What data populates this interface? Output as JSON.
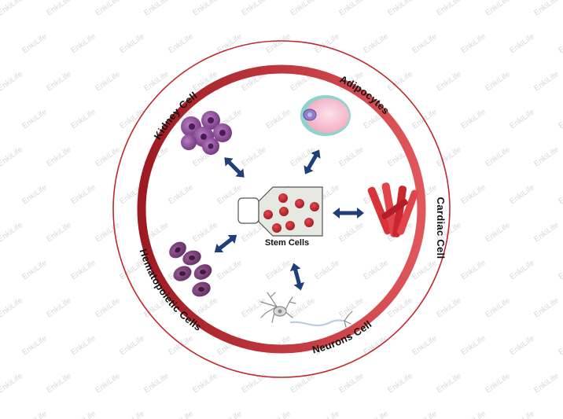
{
  "watermark": "EnkiLife",
  "colors": {
    "ring_outer": "#c0282e",
    "ring_inner_light": "#e0565b",
    "ring_inner_dark": "#9e1a22",
    "arrow": "#1f3f7a",
    "stem_cell": "#c1272d",
    "flask_fill": "#e6e8e2",
    "kidney_cell": "#8a4a96",
    "blood_cell": "#7a3f78",
    "adipocyte": "#f2b7c8",
    "adipocyte_rim": "#8fd3cf",
    "cardiac": "#d9333a",
    "neuron": "#9a9a9a"
  },
  "center": {
    "label": "Stem Cells"
  },
  "ring_labels": {
    "adipocytes": "Adipocytes",
    "kidney": "Kidney Cell",
    "cardiac": "Cardiac Cell",
    "hematopoietic": "Hematopoietic Cells",
    "neurons": "Neurons Cell"
  }
}
